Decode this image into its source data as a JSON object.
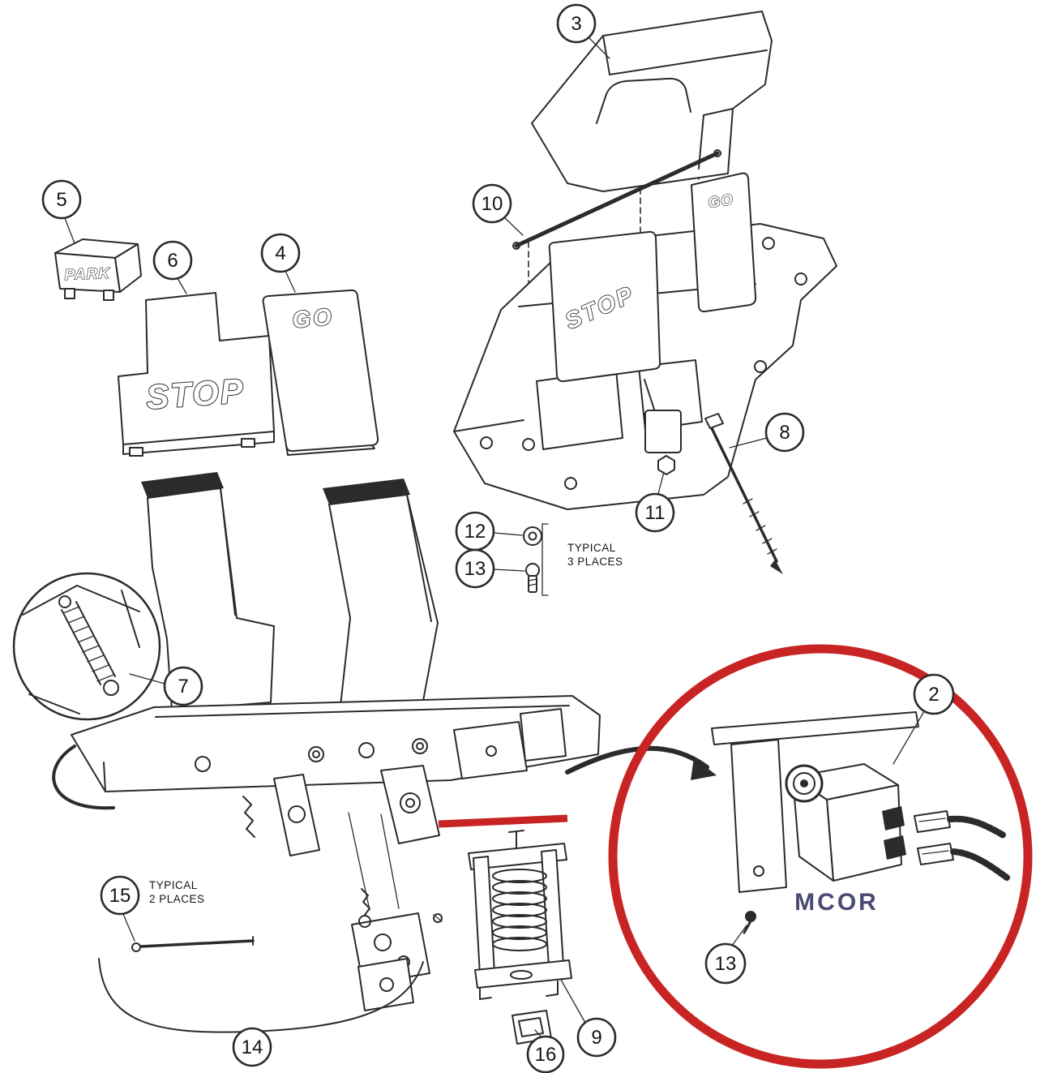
{
  "callouts": {
    "c2": "2",
    "c3": "3",
    "c4": "4",
    "c5": "5",
    "c6": "6",
    "c7": "7",
    "c8": "8",
    "c9": "9",
    "c10": "10",
    "c11": "11",
    "c12": "12",
    "c13a": "13",
    "c13b": "13",
    "c14": "14",
    "c15": "15",
    "c16": "16"
  },
  "labels": {
    "park": "PARK",
    "stop_pad": "STOP",
    "go_pad": "GO",
    "stop_molded": "STOP",
    "go_molded": "GO",
    "mcor": "MCOR"
  },
  "notes": {
    "typical_3_line1": "TYPICAL",
    "typical_3_line2": "3 PLACES",
    "typical_2_line1": "TYPICAL",
    "typical_2_line2": "2 PLACES"
  },
  "colors": {
    "background": "#ffffff",
    "line": "#2b2b2b",
    "highlight_red": "#c92424",
    "mcor_text": "#4a4a72"
  }
}
